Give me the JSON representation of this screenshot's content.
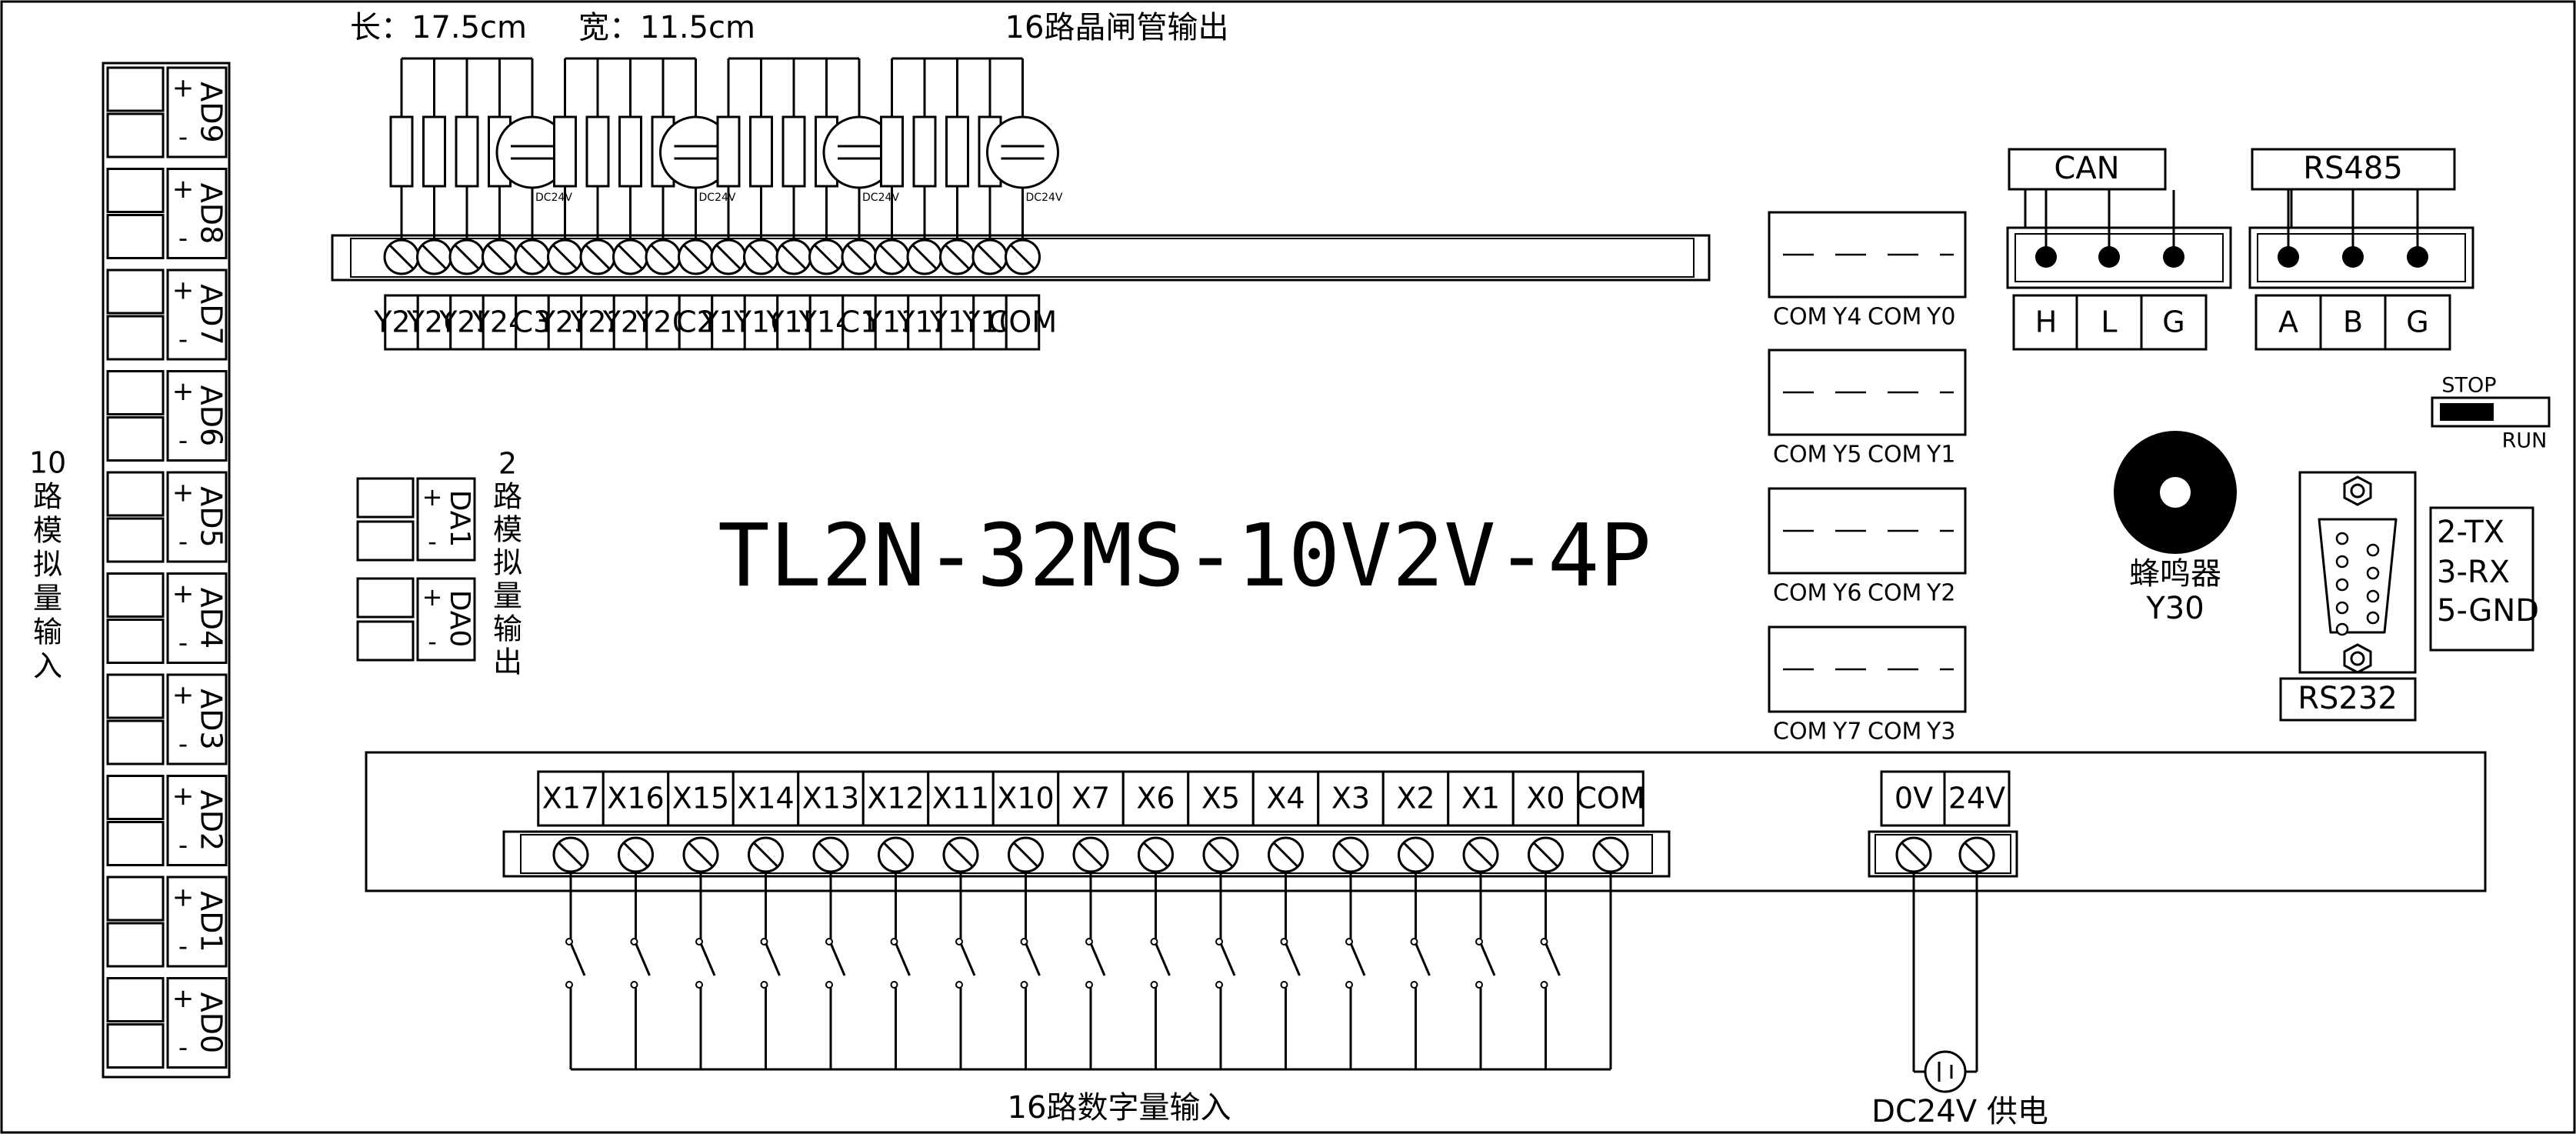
{
  "dimensions": {
    "length": "长：17.5cm",
    "width": "宽：11.5cm"
  },
  "model": "TL2N-32MS-10V2V-4P",
  "outputs": {
    "title": "16路晶闸管输出",
    "labels": [
      "Y27",
      "Y26",
      "Y25",
      "Y24",
      "C3",
      "Y23",
      "Y22",
      "Y21",
      "Y20",
      "C2",
      "Y17",
      "Y16",
      "Y15",
      "Y14",
      "C1",
      "Y13",
      "Y12",
      "Y11",
      "Y10",
      "COM"
    ],
    "lamp_label": "DC24V"
  },
  "relay_blocks": [
    {
      "left": "COM",
      "left_y": "Y4",
      "right": "COM",
      "right_y": "Y0"
    },
    {
      "left": "COM",
      "left_y": "Y5",
      "right": "COM",
      "right_y": "Y1"
    },
    {
      "left": "COM",
      "left_y": "Y6",
      "right": "COM",
      "right_y": "Y2"
    },
    {
      "left": "COM",
      "left_y": "Y7",
      "right": "COM",
      "right_y": "Y3"
    }
  ],
  "can": {
    "title": "CAN",
    "pins": [
      "H",
      "L",
      "G"
    ]
  },
  "rs485": {
    "title": "RS485",
    "pins": [
      "A",
      "B",
      "G"
    ]
  },
  "switch": {
    "stop": "STOP",
    "run": "RUN"
  },
  "buzzer": {
    "name": "蜂鸣器",
    "addr": "Y30"
  },
  "rs232": {
    "name": "RS232",
    "pins": [
      "2-TX",
      "3-RX",
      "5-GND"
    ]
  },
  "analog_in": {
    "title": [
      "10",
      "路",
      "模",
      "拟",
      "量",
      "输",
      "入"
    ],
    "channels": [
      "AD9",
      "AD8",
      "AD7",
      "AD6",
      "AD5",
      "AD4",
      "AD3",
      "AD2",
      "AD1",
      "AD0"
    ],
    "plus": "+",
    "minus": "-"
  },
  "analog_out": {
    "title": [
      "2",
      "路",
      "模",
      "拟",
      "量",
      "输",
      "出"
    ],
    "channels": [
      "DA1",
      "DA0"
    ]
  },
  "inputs": {
    "title": "16路数字量输入",
    "labels": [
      "X17",
      "X16",
      "X15",
      "X14",
      "X13",
      "X12",
      "X11",
      "X10",
      "X7",
      "X6",
      "X5",
      "X4",
      "X3",
      "X2",
      "X1",
      "X0",
      "COM"
    ]
  },
  "power": {
    "labels": [
      "0V",
      "24V"
    ],
    "title": "DC24V 供电"
  }
}
